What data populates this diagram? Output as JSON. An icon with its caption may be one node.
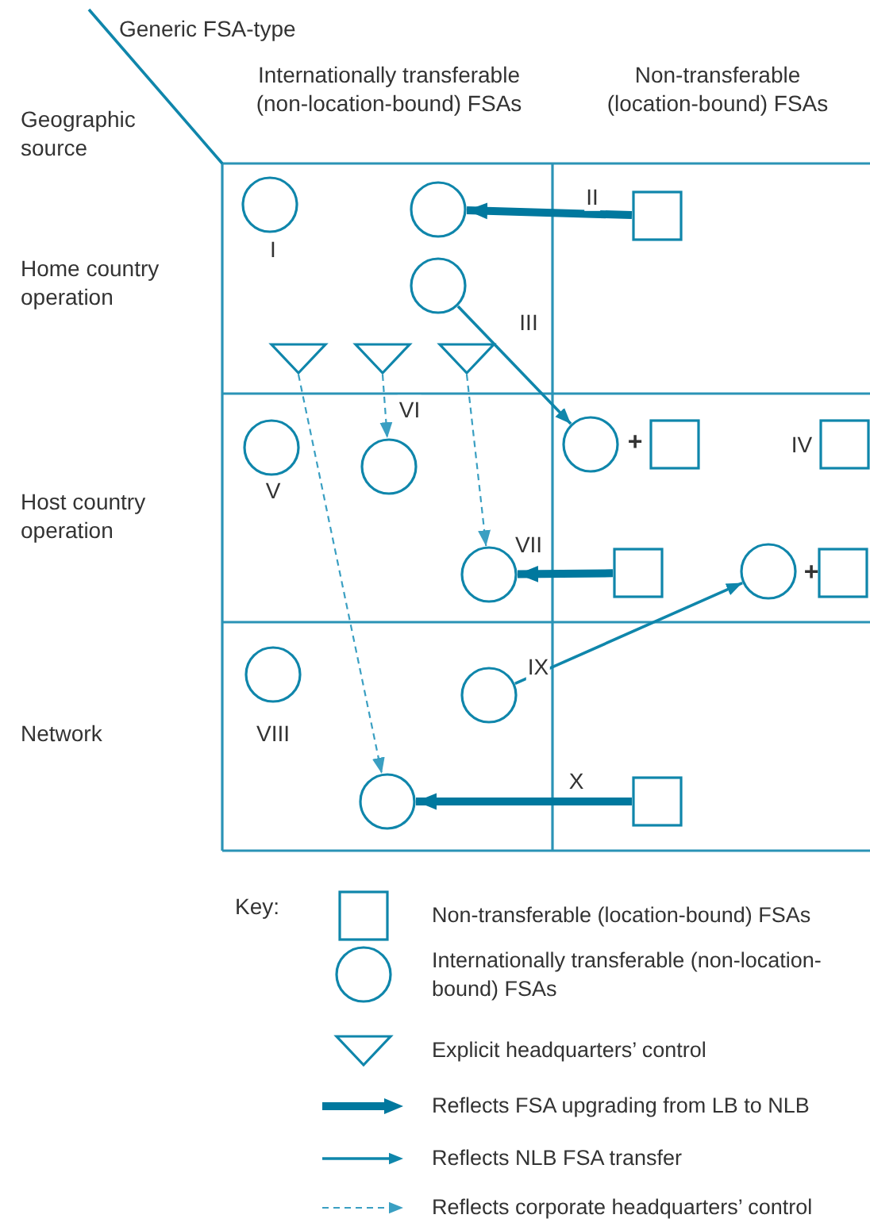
{
  "diagram": {
    "nodes": [
      {
        "text": [],
        "shape": "circle",
        "beside": [
          "I"
        ]
      },
      {
        "text": [],
        "shape": "circle"
      },
      {
        "text": [],
        "shape": "square"
      },
      {
        "text": [],
        "shape": "circle"
      },
      {
        "text": [],
        "shape": "triangle"
      },
      {
        "text": [],
        "shape": "triangle"
      },
      {
        "text": [],
        "shape": "triangle"
      },
      {
        "text": [],
        "shape": "circle"
      },
      {
        "text": [],
        "shape": "square"
      },
      {
        "text": [],
        "shape": "square",
        "beside": [
          "IV"
        ]
      },
      {
        "text": [],
        "shape": "circle",
        "beside": [
          "V"
        ]
      },
      {
        "text": [],
        "shape": "circle"
      },
      {
        "text": [],
        "shape": "circle"
      },
      {
        "text": [],
        "shape": "square"
      },
      {
        "text": [],
        "shape": "circle"
      },
      {
        "text": [],
        "shape": "square"
      },
      {
        "text": [],
        "shape": "circle",
        "beside": [
          "VIII"
        ]
      },
      {
        "text": [],
        "shape": "circle"
      },
      {
        "text": [],
        "shape": "circle"
      },
      {
        "text": [],
        "shape": "square"
      }
    ],
    "edges": [
      {
        "from": 2,
        "to": 1,
        "arrow": "to",
        "label": "II",
        "style": "thick"
      },
      {
        "from": 3,
        "to": 7,
        "arrow": "to",
        "label": "III"
      },
      {
        "from": 4,
        "to": 18,
        "arrow": "to",
        "style": "dashed"
      },
      {
        "from": 5,
        "to": 11,
        "arrow": "to",
        "label": "VI",
        "style": "dashed"
      },
      {
        "from": 6,
        "to": 12,
        "arrow": "to",
        "style": "dashed"
      },
      {
        "from": 13,
        "to": 12,
        "arrow": "to",
        "label": "VII",
        "style": "thick"
      },
      {
        "from": 17,
        "to": 14,
        "arrow": "to",
        "label": "IX"
      },
      {
        "from": 19,
        "to": 18,
        "arrow": "to",
        "label": "X",
        "style": "thick"
      }
    ],
    "labels": [
      "Generic FSA-type",
      "Internationally transferable (non-location-bound) FSAs",
      "Non-transferable (location-bound) FSAs",
      "Geographic source",
      "Home country operation",
      "+",
      "Host country operation",
      "+",
      "Network",
      "Key:"
    ],
    "legend": [
      {
        "text": "Non-transferable (location-bound) FSAs"
      },
      {
        "text": "Internationally transferable (non-location-bound) FSAs"
      },
      {
        "text": "Explicit headquarters’ control"
      },
      {
        "text": "Reflects FSA upgrading from LB to NLB"
      },
      {
        "text": "Reflects NLB FSA transfer"
      },
      {
        "text": "Reflects corporate headquarters’ control"
      }
    ]
  }
}
